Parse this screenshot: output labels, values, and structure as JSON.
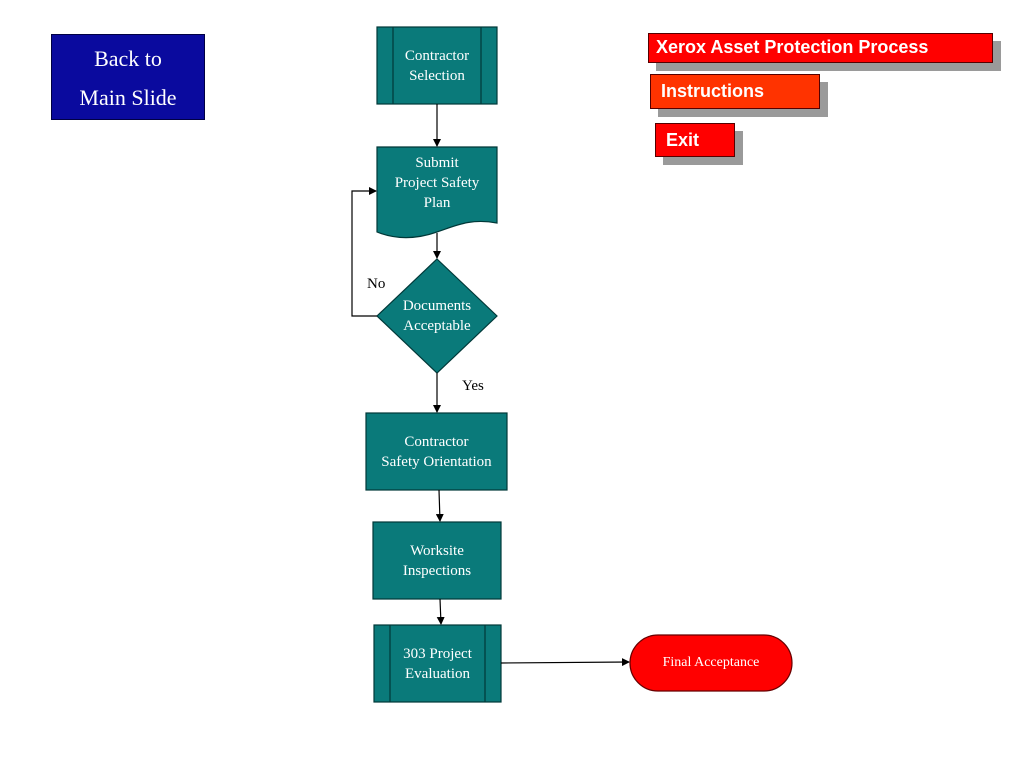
{
  "nav": {
    "back_label_line1": "Back to",
    "back_label_line2": "Main Slide"
  },
  "process_buttons": {
    "xerox_asset_protection": "Xerox Asset Protection Process",
    "instructions": "Instructions",
    "exit": "Exit"
  },
  "flowchart": {
    "contractor_selection": [
      "Contractor",
      "Selection"
    ],
    "submit_plan": [
      "Submit",
      "Project Safety",
      "Plan"
    ],
    "documents_acceptable": [
      "Documents",
      "Acceptable"
    ],
    "safety_orientation": [
      "Contractor",
      "Safety Orientation"
    ],
    "worksite_inspections": [
      "Worksite",
      "Inspections"
    ],
    "project_evaluation": [
      "303 Project",
      "Evaluation"
    ],
    "final_acceptance": "Final Acceptance",
    "label_no": "No",
    "label_yes": "Yes"
  },
  "colors": {
    "node_fill": "#0a7a7a",
    "node_border": "#003838",
    "terminal_fill": "#ff0000",
    "back_button": "#0a0a9e",
    "red_button": "#ff0000"
  }
}
